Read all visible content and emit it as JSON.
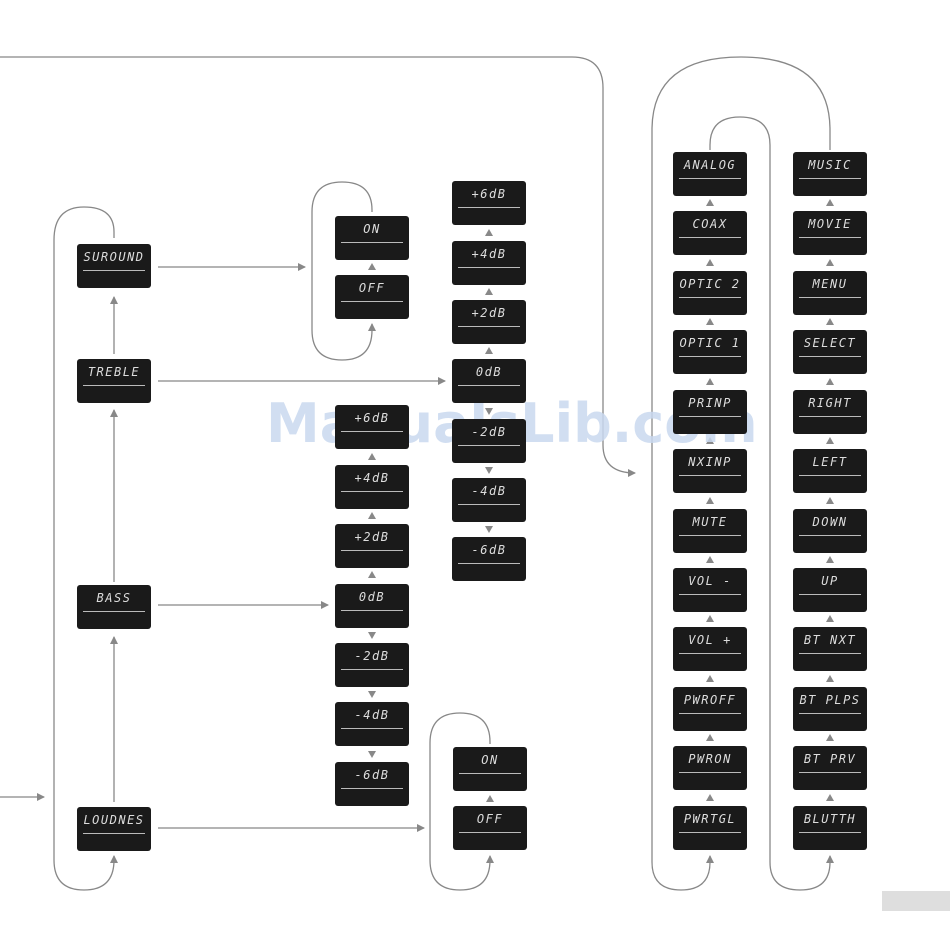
{
  "watermark": "ManualsLib.com",
  "main_menu": {
    "surround": "SUROUND",
    "treble": "TREBLE",
    "bass": "BASS",
    "loudness": "LOUDNES"
  },
  "surround_options": [
    "ON",
    "OFF"
  ],
  "treble_options": [
    "+6dB",
    "+4dB",
    "+2dB",
    "0dB",
    "-2dB",
    "-4dB",
    "-6dB"
  ],
  "bass_options": [
    "+6dB",
    "+4dB",
    "+2dB",
    "0dB",
    "-2dB",
    "-4dB",
    "-6dB"
  ],
  "loudness_options": [
    "ON",
    "OFF"
  ],
  "learn_column_1": [
    "ANALOG",
    "COAX",
    "OPTIC 2",
    "OPTIC 1",
    "PRINP",
    "NXINP",
    "MUTE",
    "VOL -",
    "VOL +",
    "PWROFF",
    "PWRON",
    "PWRTGL"
  ],
  "learn_column_2": [
    "MUSIC",
    "MOVIE",
    "MENU",
    "SELECT",
    "RIGHT",
    "LEFT",
    "DOWN",
    "UP",
    "BT NXT",
    "BT PLPS",
    "BT PRV",
    "BLUTTH"
  ],
  "colors": {
    "display_bg": "#1a1a1a",
    "display_text": "#dddddd",
    "line": "#888888"
  }
}
